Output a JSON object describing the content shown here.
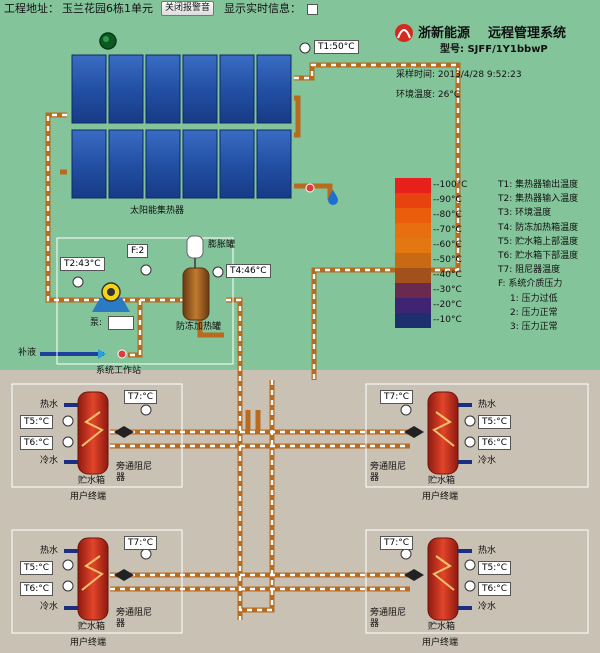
{
  "header": {
    "project_label": "工程地址：",
    "project_value": "玉兰花园6栋1单元",
    "alarm_button": "关闭报警音",
    "realtime_label": "显示实时信息："
  },
  "brand": {
    "company": "浙新能源",
    "system": "远程管理系统",
    "model": "型号: SJFF/1Y1bbwP",
    "sample_time": "采样时间: 2013/4/28 9:52:23",
    "env_temp": "环境温度: 26°C"
  },
  "sensors": {
    "t1": "T1:50°C",
    "t2": "T2:43°C",
    "t4": "T4:46°C",
    "f": "F:2"
  },
  "labels": {
    "collector": "太阳能集热器",
    "expansion_tank": "膨胀罐",
    "antifreeze_tank": "防冻加热罐",
    "pump": "泵:",
    "refill": "补液",
    "station": "系统工作站"
  },
  "legend": {
    "temps": [
      "--100°C",
      "--90°C",
      "--80°C",
      "--70°C",
      "--60°C",
      "--50°C",
      "--40°C",
      "--30°C",
      "--20°C",
      "--10°C"
    ],
    "colors": [
      "#e8201c",
      "#e8420e",
      "#ea5d0a",
      "#e86f10",
      "#e2780f",
      "#c86a14",
      "#a3511c",
      "#6a2a50",
      "#3e2472",
      "#1d2f6d"
    ],
    "descriptions": [
      "T1: 集热器输出温度",
      "T2: 集热器输入温度",
      "T3: 环境温度",
      "T4: 防冻加热箱温度",
      "T5: 贮水箱上部温度",
      "T6: 贮水箱下部温度",
      "T7: 阻尼器温度",
      "F: 系统介质压力",
      "1: 压力过低",
      "2: 压力正常",
      "3: 压力正常"
    ]
  },
  "terminals": [
    {
      "hot": "热水",
      "cold": "冷水",
      "t5": "T5:°C",
      "t6": "T6:°C",
      "t7": "T7:°C",
      "bypass1": "旁通阻尼",
      "bypass2": "器",
      "tank": "贮水箱",
      "name": "用户终端"
    },
    {
      "hot": "热水",
      "cold": "冷水",
      "t5": "T5:°C",
      "t6": "T6:°C",
      "t7": "T7:°C",
      "bypass1": "旁通阻尼",
      "bypass2": "器",
      "tank": "贮水箱",
      "name": "用户终端"
    },
    {
      "hot": "热水",
      "cold": "冷水",
      "t5": "T5:°C",
      "t6": "T6:°C",
      "t7": "T7:°C",
      "bypass1": "旁通阻尼",
      "bypass2": "器",
      "tank": "贮水箱",
      "name": "用户终端"
    },
    {
      "hot": "热水",
      "cold": "冷水",
      "t5": "T5:°C",
      "t6": "T6:°C",
      "t7": "T7:°C",
      "bypass1": "旁通阻尼",
      "bypass2": "器",
      "tank": "贮水箱",
      "name": "用户终端"
    }
  ],
  "colors": {
    "top_bg": "#84c49a",
    "bottom_bg": "#c9c1b4",
    "pipe": "#b86a1f",
    "panel": "#2552a8",
    "tank": "#d6331e"
  }
}
